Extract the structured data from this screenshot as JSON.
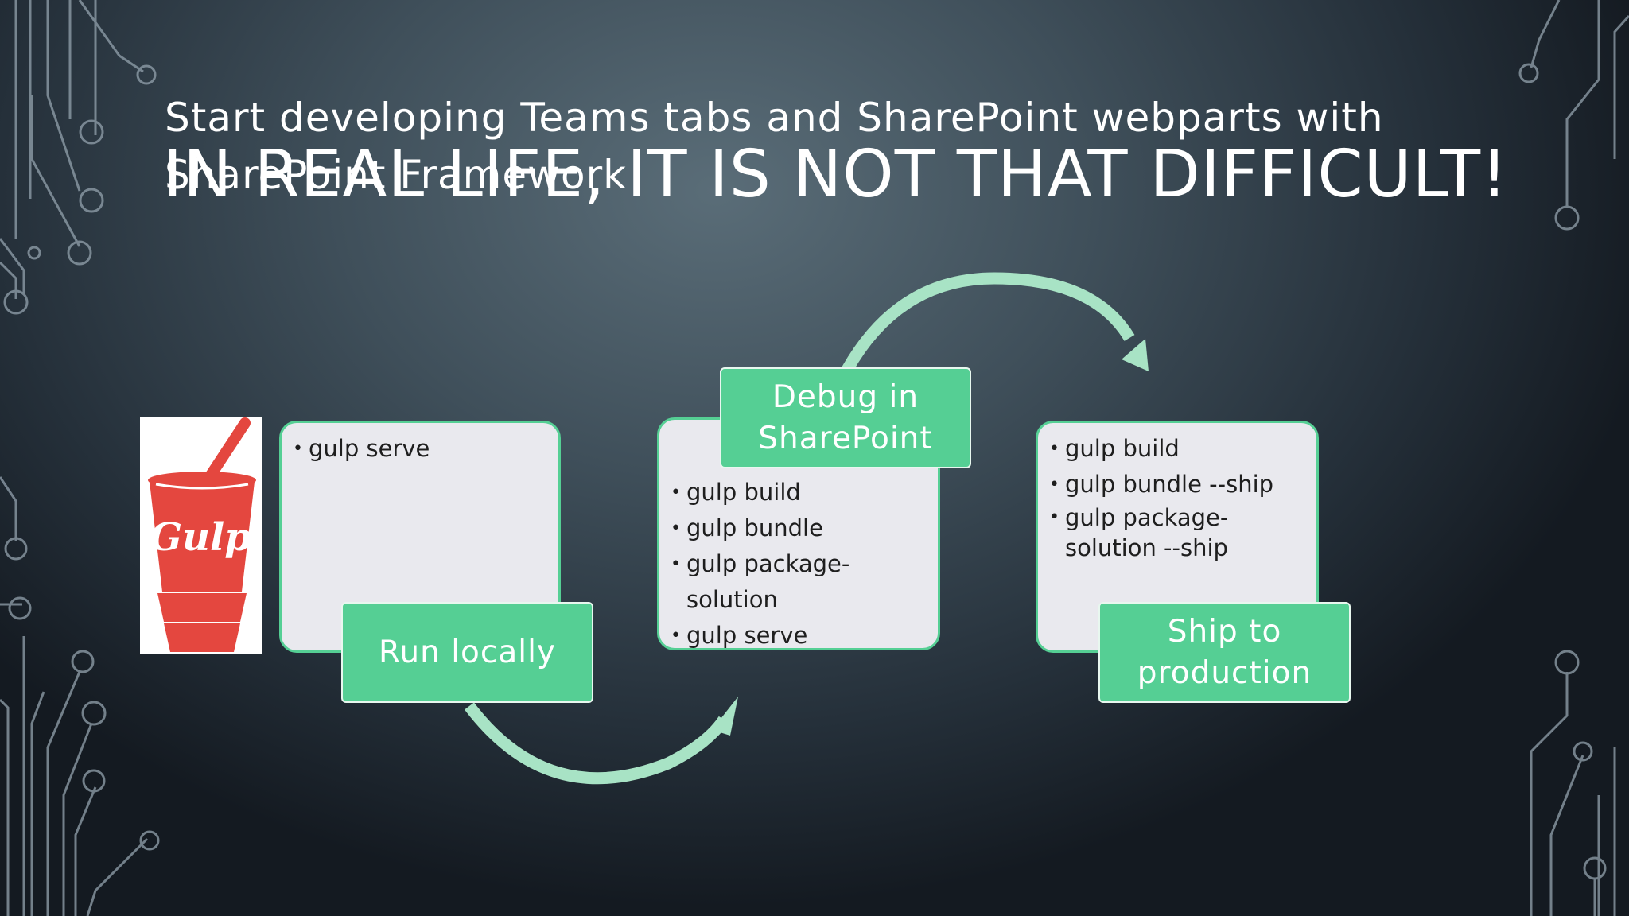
{
  "slide": {
    "subtitle": "Start developing Teams tabs and SharePoint webparts with SharePoint Framework",
    "title": "IN REAL LIFE, IT IS NOT THAT DIFFICULT!"
  },
  "logo": {
    "text": "Gulp",
    "icon": "gulp-cup-logo"
  },
  "steps": [
    {
      "label": "Run locally",
      "commands": [
        "gulp serve"
      ]
    },
    {
      "label": "Debug in SharePoint",
      "commands": [
        "gulp build",
        "gulp bundle",
        "gulp package-solution",
        "gulp serve"
      ]
    },
    {
      "label": "Ship to production",
      "commands": [
        "gulp build",
        "gulp bundle --ship",
        "gulp package-solution --ship"
      ]
    }
  ],
  "colors": {
    "accent": "#55cf94",
    "arrow": "#a8e3c5",
    "card": "#e9e9ee",
    "logo_red": "#e4473f"
  }
}
